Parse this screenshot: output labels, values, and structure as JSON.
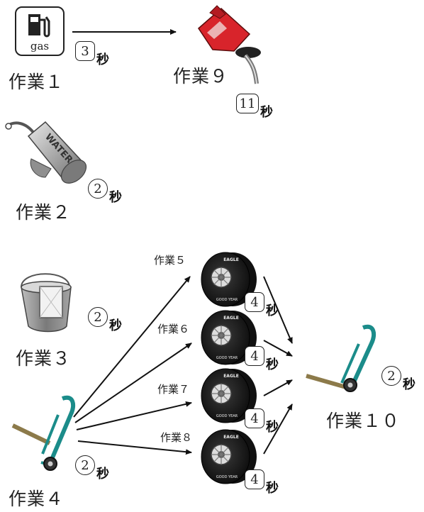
{
  "icons": {
    "gas_sign": "gas-station-sign-icon",
    "gas_can": "gas-can-icon",
    "water": "water-bottle-icon",
    "bucket": "bucket-icon",
    "tire": "tire-icon",
    "jack": "hand-truck-jack-icon"
  },
  "gas_sign_text": "gas",
  "tasks": {
    "t1": {
      "label": "作業１",
      "seconds": "3"
    },
    "t2": {
      "label": "作業２",
      "seconds": "2"
    },
    "t3": {
      "label": "作業３",
      "seconds": "2"
    },
    "t4": {
      "label": "作業４",
      "seconds": "2"
    },
    "t5": {
      "label": "作業５",
      "seconds": "4"
    },
    "t6": {
      "label": "作業６",
      "seconds": "4"
    },
    "t7": {
      "label": "作業７",
      "seconds": "4"
    },
    "t8": {
      "label": "作業８",
      "seconds": "4"
    },
    "t9": {
      "label": "作業９",
      "seconds": "11"
    },
    "t10": {
      "label": "作業１０",
      "seconds": "2"
    }
  },
  "unit": "秒",
  "tire_brand": "EAGLE",
  "tire_brand_bottom": "GOOD YEAR",
  "water_text": "WATER",
  "colors": {
    "line": "#111111",
    "gas_red": "#d8242b",
    "jack_teal": "#1b8c8a",
    "tire": "#1a1a1a",
    "bucket_gray": "#8a8a8a"
  }
}
